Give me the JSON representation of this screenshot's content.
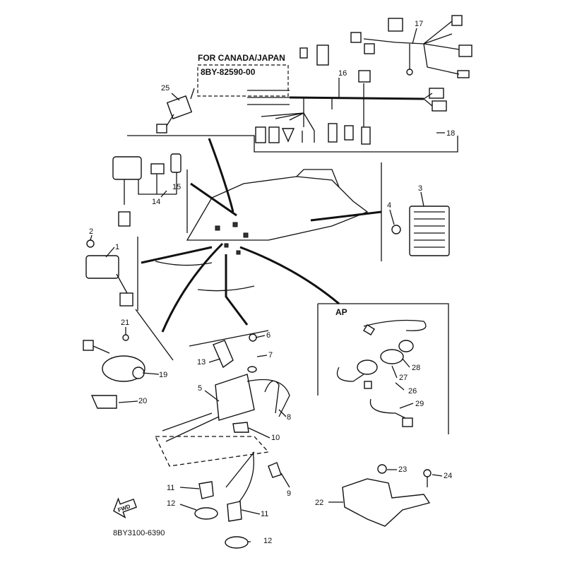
{
  "region_note": "FOR CANADA/JAPAN",
  "region_part_no": "8BY-82590-00",
  "ap_label": "AP",
  "fwd_label": "FWD",
  "diagram_code": "8BY3100-6390",
  "callouts": [
    "1",
    "2",
    "3",
    "4",
    "5",
    "6",
    "7",
    "8",
    "9",
    "10",
    "11",
    "11",
    "12",
    "12",
    "13",
    "14",
    "15",
    "16",
    "17",
    "18",
    "19",
    "20",
    "21",
    "22",
    "23",
    "24",
    "25",
    "26",
    "27",
    "28",
    "29"
  ]
}
